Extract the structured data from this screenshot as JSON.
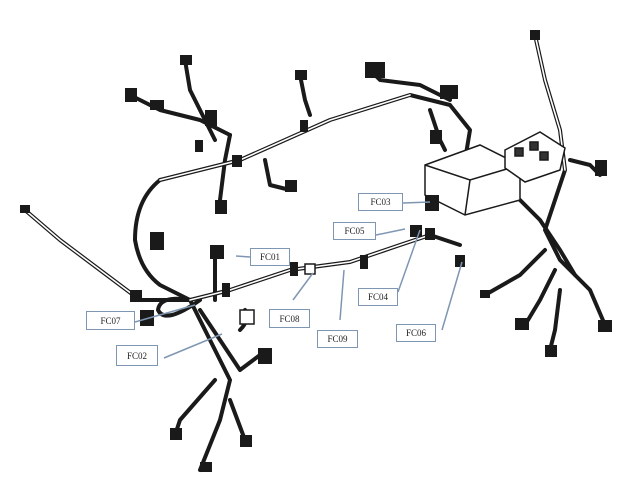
{
  "diagram": {
    "labels": {
      "fc03": "FC03",
      "fc05": "FC05",
      "fc01": "FC01",
      "fc07": "FC07",
      "fc08": "FC08",
      "fc04": "FC04",
      "fc02": "FC02",
      "fc09": "FC09",
      "fc06": "FC06"
    },
    "colors": {
      "harness": "#1a1a1a",
      "leader": "#7f96b2"
    }
  }
}
